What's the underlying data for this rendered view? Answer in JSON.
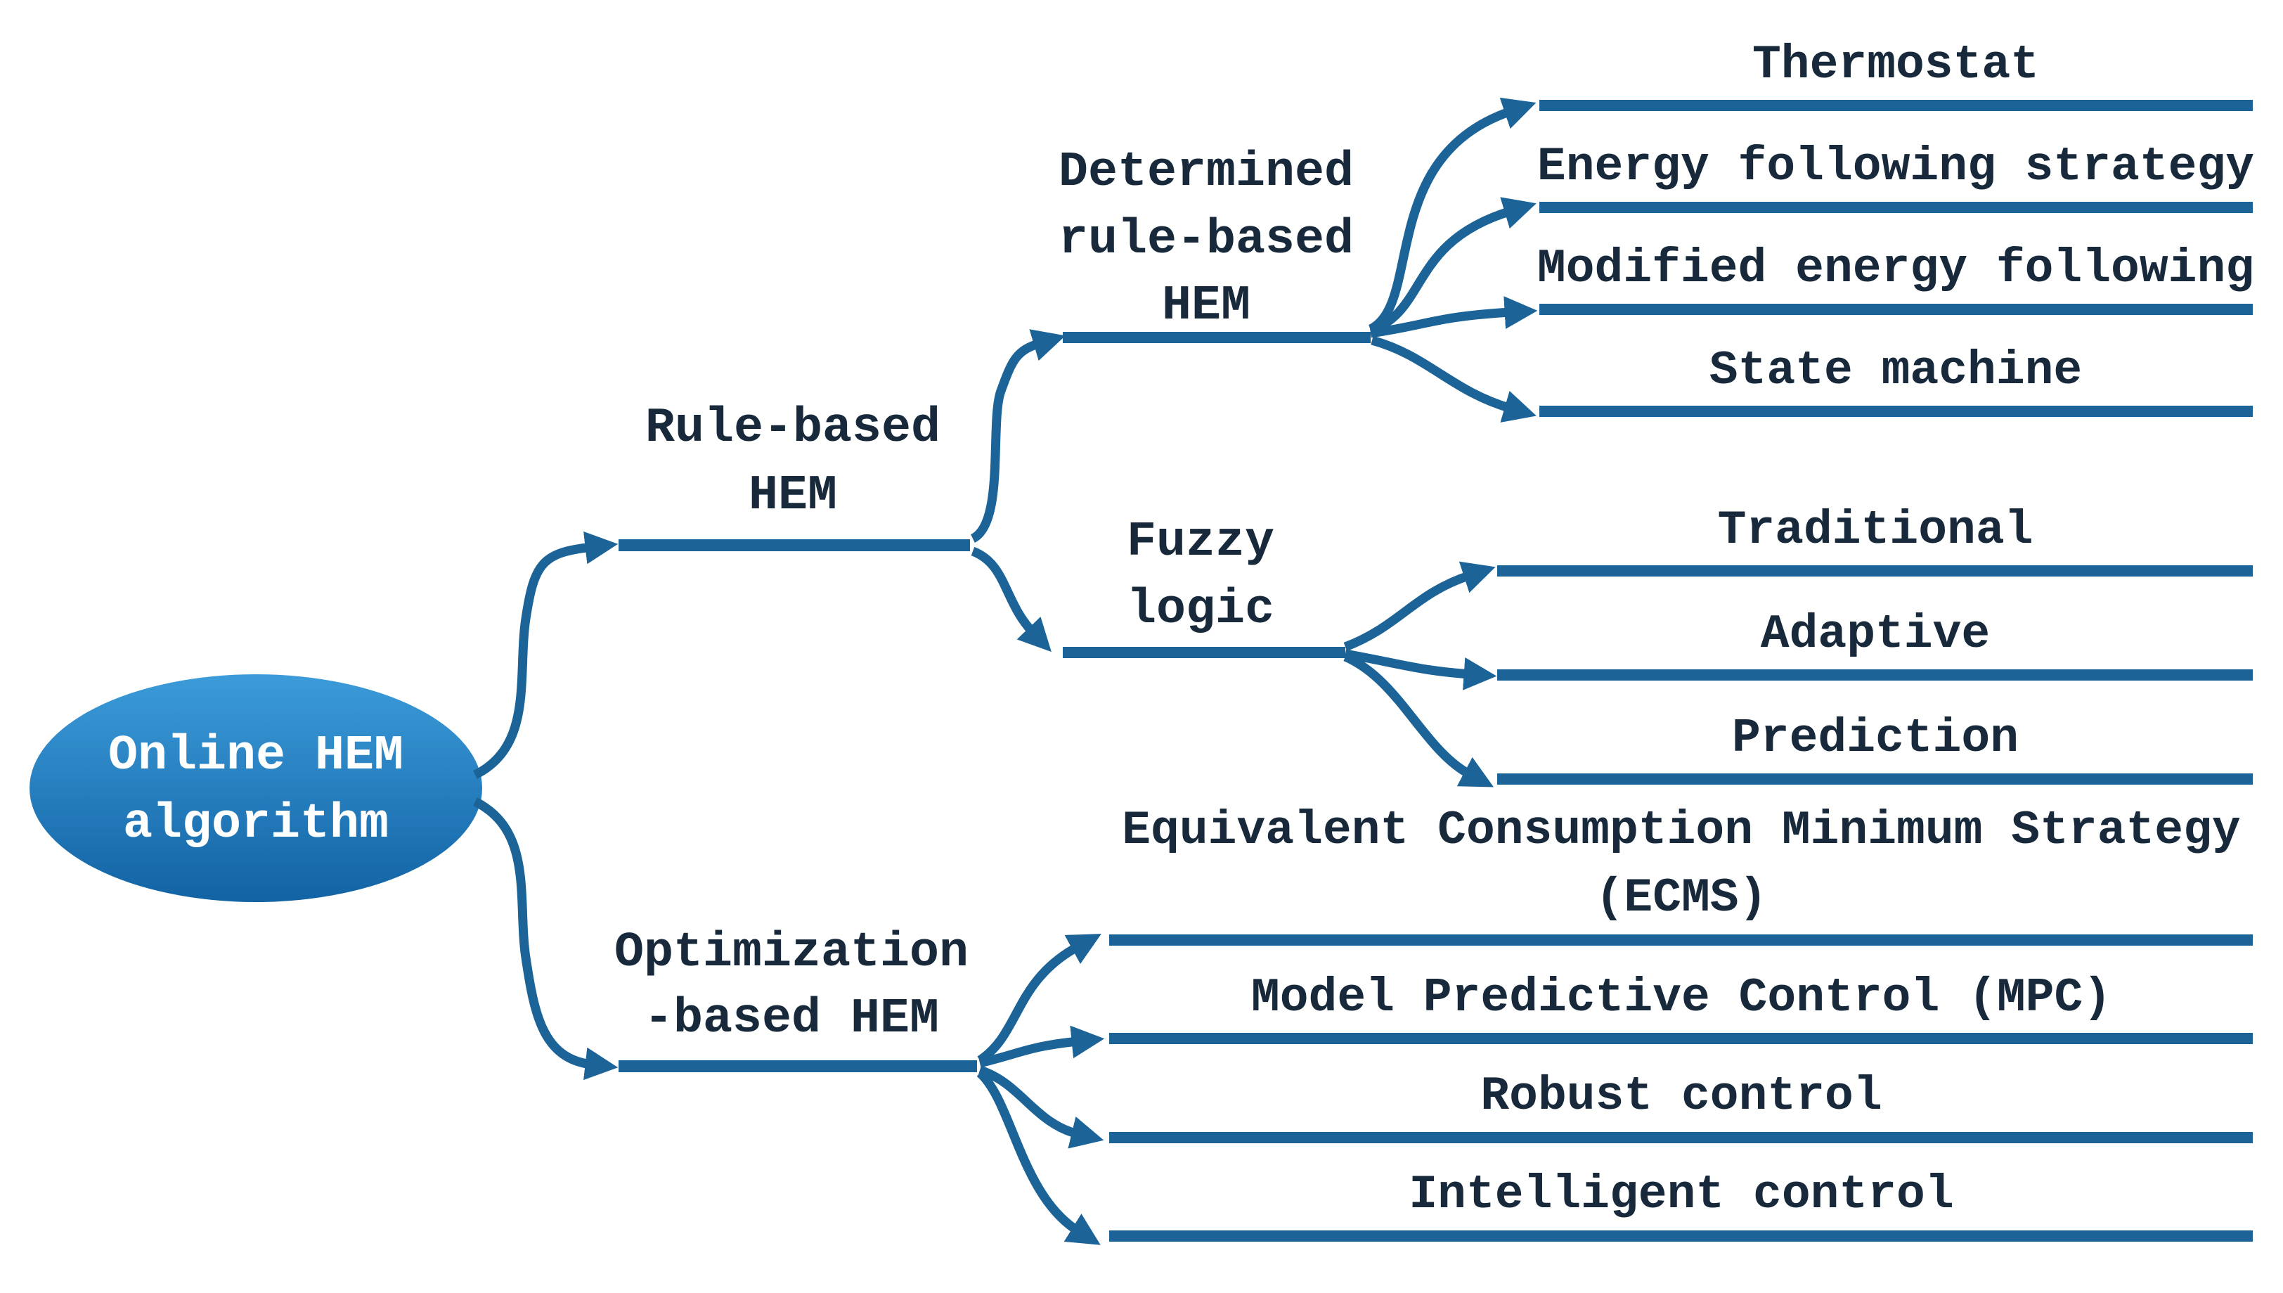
{
  "root": {
    "line1": "Online HEM",
    "line2": "algorithm"
  },
  "nodes": {
    "rule_based": {
      "line1": "Rule-based",
      "line2": "HEM"
    },
    "optimization": {
      "line1": "Optimization",
      "line2": "-based HEM"
    },
    "determined": {
      "line1": "Determined",
      "line2": "rule-based",
      "line3": "HEM"
    },
    "fuzzy": {
      "line1": "Fuzzy",
      "line2": "logic"
    }
  },
  "leaves": {
    "thermostat": "Thermostat",
    "energy_following": "Energy following strategy",
    "modified_energy": "Modified energy following",
    "state_machine": "State machine",
    "traditional": "Traditional",
    "adaptive": "Adaptive",
    "prediction": "Prediction",
    "ecms_line1": "Equivalent Consumption Minimum Strategy",
    "ecms_line2": "(ECMS)",
    "mpc": "Model Predictive Control (MPC)",
    "robust": "Robust control",
    "intelligent": "Intelligent control"
  },
  "colors": {
    "line_blue": "#1c6398",
    "text_navy": "#17293a",
    "ellipse_gradient_top": "#3c9bd9",
    "ellipse_gradient_bottom": "#1263a4",
    "ellipse_text": "#ffffff"
  }
}
